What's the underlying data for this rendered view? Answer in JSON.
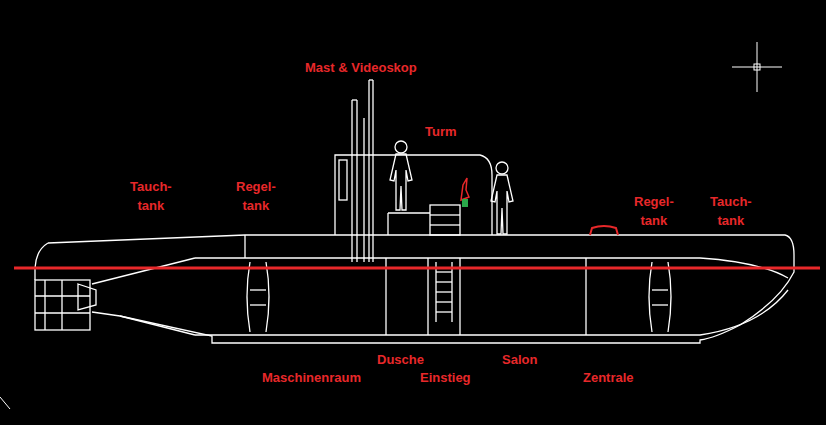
{
  "diagram": {
    "labels": [
      "Mast & Videoskop",
      "Turm",
      "Tauch- tank",
      "Regel- tank",
      "Regel- tank",
      "Tauch- tank",
      "Dusche",
      "Maschinenraum",
      "Einstieg",
      "Salon",
      "Zentrale"
    ]
  }
}
